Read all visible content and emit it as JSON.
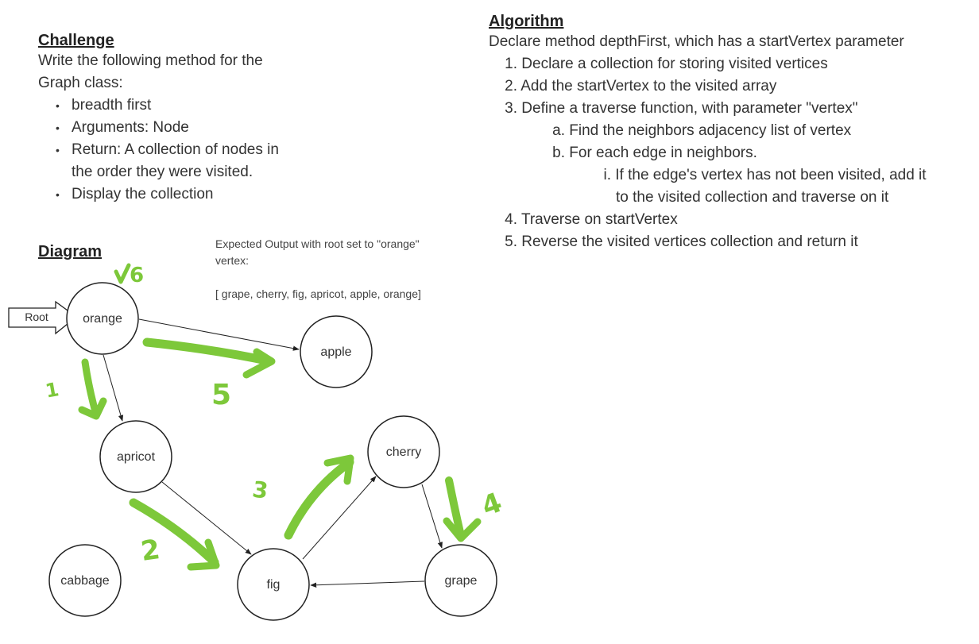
{
  "challenge": {
    "heading": "Challenge",
    "text_line1": "Write the following method for the",
    "text_line2": "Graph class:",
    "bullets": [
      "breadth first",
      "Arguments: Node",
      "Return: A collection of nodes in",
      "the order they were visited.",
      "Display the collection"
    ]
  },
  "algorithm": {
    "heading": "Algorithm",
    "intro": "Declare method depthFirst, which has a startVertex parameter",
    "steps": [
      {
        "marker": "1.",
        "text": "Declare a collection for storing visited vertices"
      },
      {
        "marker": "2.",
        "text": "Add the startVertex to the visited array"
      },
      {
        "marker": "3.",
        "text": "Define a traverse function, with parameter \"vertex\""
      },
      {
        "marker": "a.",
        "text": "Find the neighbors adjacency list of vertex"
      },
      {
        "marker": "b.",
        "text": "For each edge in neighbors."
      },
      {
        "marker": "i.",
        "text": "If the edge's vertex has not been visited, add it"
      },
      {
        "marker": "",
        "text": "to the visited collection and traverse on it"
      },
      {
        "marker": "4.",
        "text": "Traverse on startVertex"
      },
      {
        "marker": "5.",
        "text": "Reverse the visited vertices collection and return it"
      }
    ]
  },
  "diagram": {
    "heading": "Diagram",
    "expected_line1": "Expected Output with root set to \"orange\"",
    "expected_line2": "vertex:",
    "expected_output": "[ grape, cherry, fig, apricot, apple, orange]",
    "root_label": "Root",
    "nodes": {
      "orange": "orange",
      "apple": "apple",
      "apricot": "apricot",
      "cherry": "cherry",
      "cabbage": "cabbage",
      "fig": "fig",
      "grape": "grape"
    },
    "annotations": {
      "n1": "1",
      "n2": "2",
      "n3": "3",
      "n4": "4",
      "n5": "5",
      "n6": "6"
    },
    "annotation_color": "#7dc83a"
  }
}
